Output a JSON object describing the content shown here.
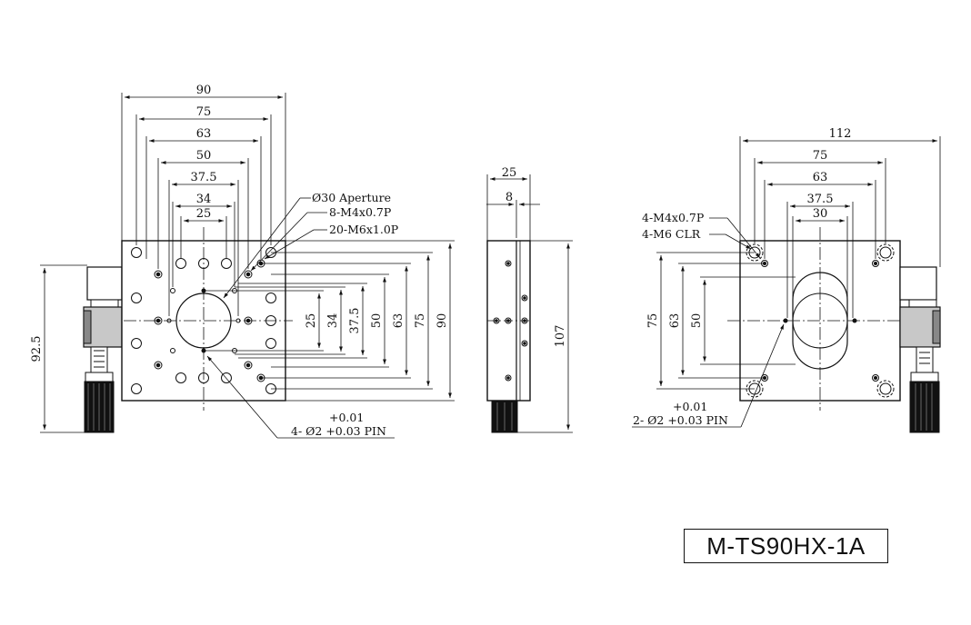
{
  "drawing": {
    "model_label": "M-TS90HX-1A",
    "top_view": {
      "horizontal_dims": [
        "90",
        "75",
        "63",
        "50",
        "37.5",
        "34",
        "25"
      ],
      "vertical_dims": [
        "25",
        "34",
        "37.5",
        "50",
        "63",
        "75",
        "90"
      ],
      "overall_height": "92.5",
      "callouts": {
        "aperture": "Ø30 Aperture",
        "tapped_m4": "8-M4x0.7P",
        "tapped_m6": "20-M6x1.0P",
        "pin_tolerance": "+0.01",
        "pin": "4- Ø2 +0.03 PIN"
      }
    },
    "side_view": {
      "width_dim": "25",
      "offset_dim": "8",
      "height_dim": "107"
    },
    "bottom_view": {
      "horizontal_dims": [
        "112",
        "75",
        "63",
        "37.5",
        "30"
      ],
      "vertical_dims": [
        "75",
        "63",
        "50"
      ],
      "callouts": {
        "tapped_m4": "4-M4x0.7P",
        "clearance_m6": "4-M6 CLR",
        "pin_tolerance": "+0.01",
        "pin": "2- Ø2 +0.03 PIN"
      }
    }
  }
}
